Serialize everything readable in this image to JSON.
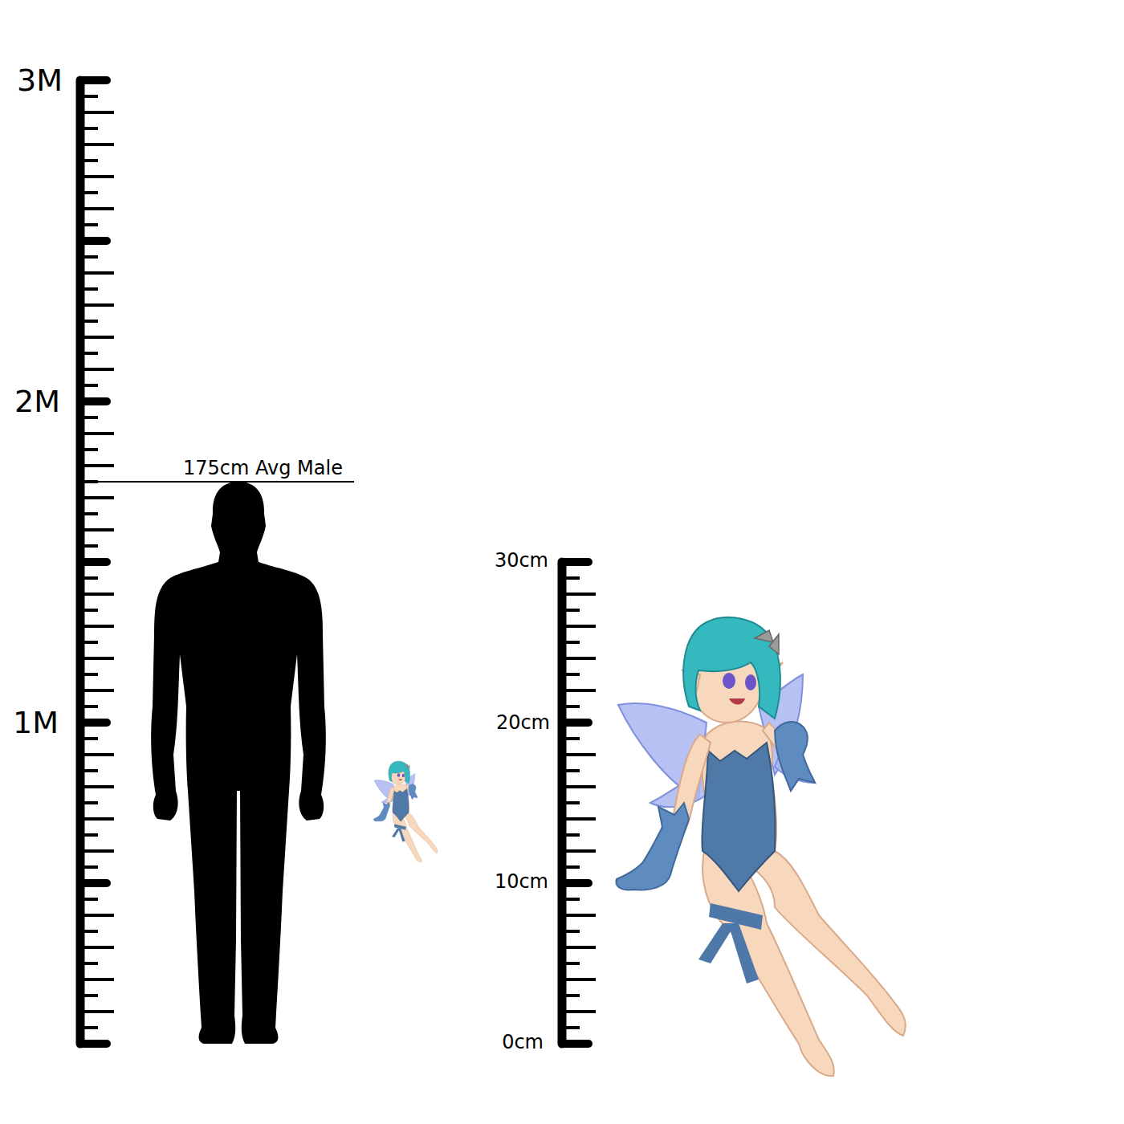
{
  "diagram": {
    "labels": [
      "3M",
      "2M",
      "1M",
      "175cm Avg Male",
      "30cm",
      "20cm",
      "10cm",
      "0cm"
    ]
  }
}
